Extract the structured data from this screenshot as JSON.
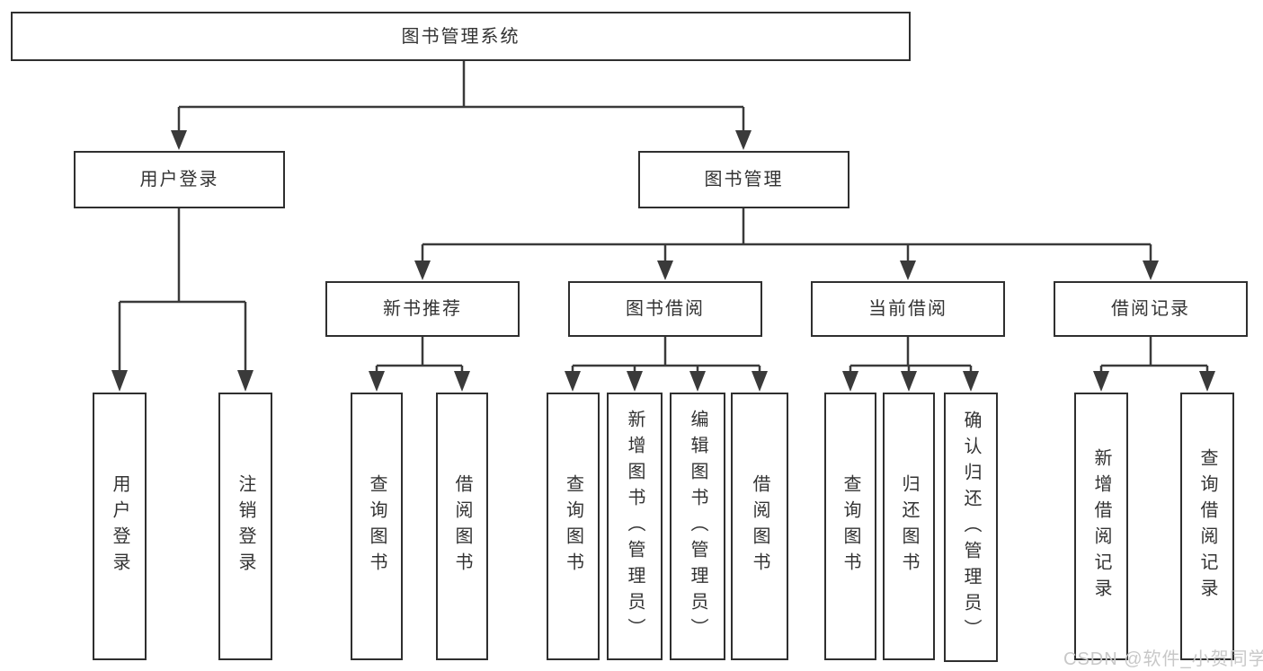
{
  "tree": {
    "root": {
      "label": "图书管理系统",
      "children": [
        {
          "label": "用户登录",
          "children": [
            {
              "label": "用户登录"
            },
            {
              "label": "注销登录"
            }
          ]
        },
        {
          "label": "图书管理",
          "children": [
            {
              "label": "新书推荐",
              "children": [
                {
                  "label": "查询图书"
                },
                {
                  "label": "借阅图书"
                }
              ]
            },
            {
              "label": "图书借阅",
              "children": [
                {
                  "label": "查询图书"
                },
                {
                  "label": "新增图书（管理员）"
                },
                {
                  "label": "编辑图书（管理员）"
                },
                {
                  "label": "借阅图书"
                }
              ]
            },
            {
              "label": "当前借阅",
              "children": [
                {
                  "label": "查询图书"
                },
                {
                  "label": "归还图书"
                },
                {
                  "label": "确认归还（管理员）"
                }
              ]
            },
            {
              "label": "借阅记录",
              "children": [
                {
                  "label": "新增借阅记录"
                },
                {
                  "label": "查询借阅记录"
                }
              ]
            }
          ]
        }
      ]
    }
  },
  "watermark": {
    "text": "CSDN @软件_小贺同学"
  },
  "colors": {
    "background": "#ffffff",
    "box_fill": "#ffffff",
    "box_border": "#2f2f2f",
    "line": "#3a3a3a",
    "text": "#333333",
    "watermark": "#c8c8c8"
  }
}
